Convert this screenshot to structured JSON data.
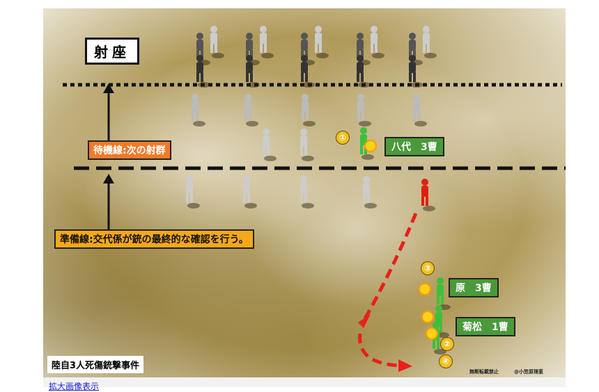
{
  "figure": {
    "range_label": "射座",
    "waiting_line_label": "待機線:次の射群",
    "preparation_line_label": "準備線:交代係が銃の最終的な確認を行う。",
    "victims": [
      {
        "number": "①",
        "label": "八代　3曹"
      },
      {
        "number": "③",
        "label": "原　3曹"
      },
      {
        "number": "②",
        "label": "菊松　1曹"
      },
      {
        "number": "④",
        "label": ""
      }
    ],
    "caption": "陸自3人死傷銃撃事件",
    "credit_notice": "無断転載禁止",
    "credit_author": "@小笠原理恵",
    "colors": {
      "shooter": "#e02010",
      "victim": "#3cc03c",
      "path_arrow": "#e8201a"
    }
  },
  "footer": {
    "link_label": "拡大画像表示"
  }
}
